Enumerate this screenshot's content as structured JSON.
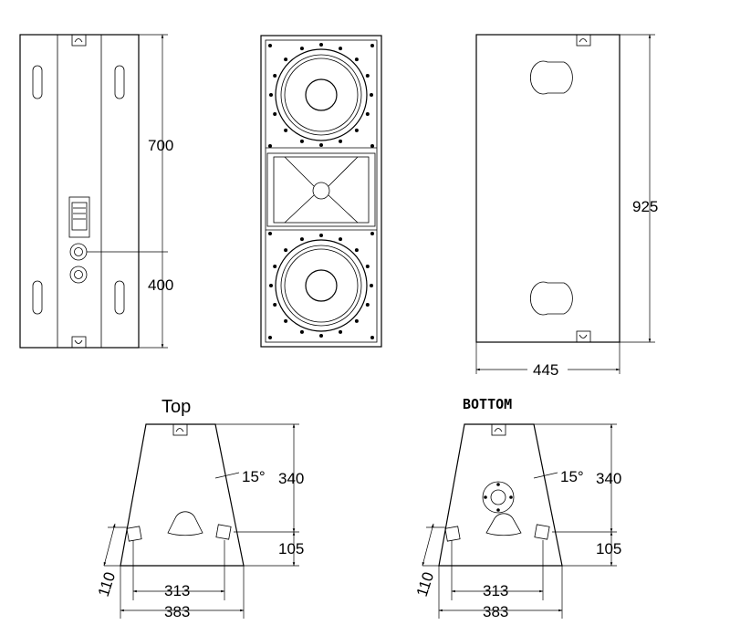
{
  "views": {
    "side": {
      "dim_upper": "700",
      "dim_lower": "400"
    },
    "back": {
      "dim_height": "925",
      "dim_width": "445"
    },
    "top": {
      "title": "Top",
      "angle": "15°",
      "dim_depth": "340",
      "dim_rear": "105",
      "dim_side": "110",
      "dim_inner_width": "313",
      "dim_outer_width": "383"
    },
    "bottom": {
      "title": "BOTTOM",
      "angle": "15°",
      "dim_depth": "340",
      "dim_rear": "105",
      "dim_side": "110",
      "dim_inner_width": "313",
      "dim_outer_width": "383"
    }
  }
}
